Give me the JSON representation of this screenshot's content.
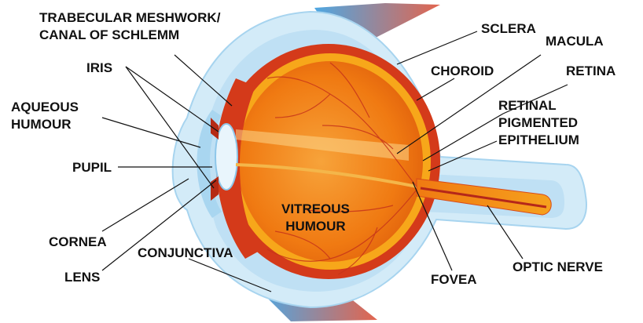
{
  "labels": {
    "trabecular_line1": "TRABECULAR MESHWORK/",
    "trabecular_line2": "CANAL OF SCHLEMM",
    "iris": "IRIS",
    "aqueous_line1": "AQUEOUS",
    "aqueous_line2": "HUMOUR",
    "pupil": "PUPIL",
    "cornea": "CORNEA",
    "lens": "LENS",
    "conjunctiva": "CONJUNCTIVA",
    "sclera": "SCLERA",
    "macula": "MACULA",
    "choroid": "CHOROID",
    "retina": "RETINA",
    "retinal_line1": "RETINAL",
    "retinal_line2": "PIGMENTED",
    "retinal_line3": "EPITHELIUM",
    "vitreous_line1": "VITREOUS",
    "vitreous_line2": "HUMOUR",
    "fovea": "FOVEA",
    "optic_nerve": "OPTIC NERVE"
  },
  "colors": {
    "conjunctiva": "#cfe9f7",
    "sclera_edge": "#9dd0ee",
    "choroid": "#d43a1a",
    "retina": "#f7a71a",
    "vitreous": "#f07a12",
    "muscle": "#d8483a",
    "leader": "#111111"
  }
}
